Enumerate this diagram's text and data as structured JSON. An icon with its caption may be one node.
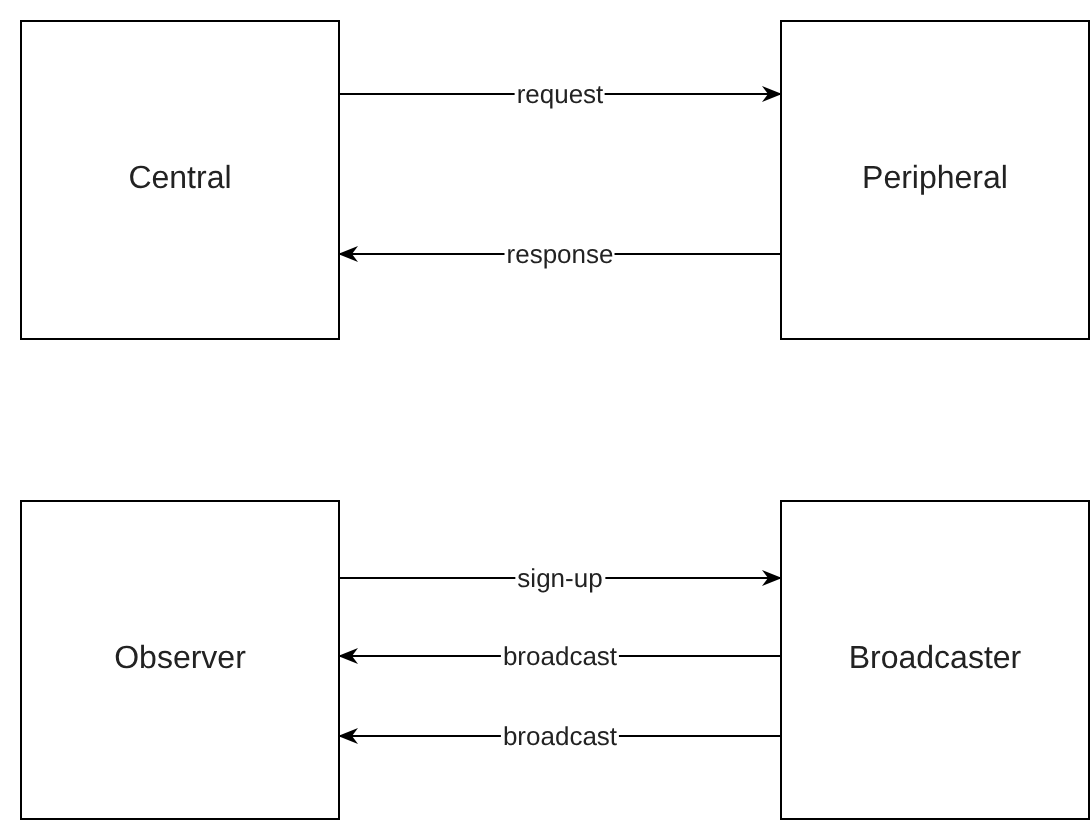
{
  "diagram": {
    "nodes": [
      {
        "text": [
          "Central"
        ]
      },
      {
        "text": [
          "Peripheral"
        ]
      },
      {
        "text": [
          "Observer"
        ]
      },
      {
        "text": [
          "Broadcaster"
        ]
      }
    ],
    "edges": [
      {
        "from": 0,
        "to": 1,
        "arrow": "to",
        "label": "request"
      },
      {
        "from": 1,
        "to": 0,
        "arrow": "to",
        "label": "response"
      },
      {
        "from": 2,
        "to": 3,
        "arrow": "to",
        "label": "sign-up"
      },
      {
        "from": 3,
        "to": 2,
        "arrow": "to",
        "label": "broadcast"
      },
      {
        "from": 3,
        "to": 2,
        "arrow": "to",
        "label": "broadcast"
      }
    ]
  }
}
